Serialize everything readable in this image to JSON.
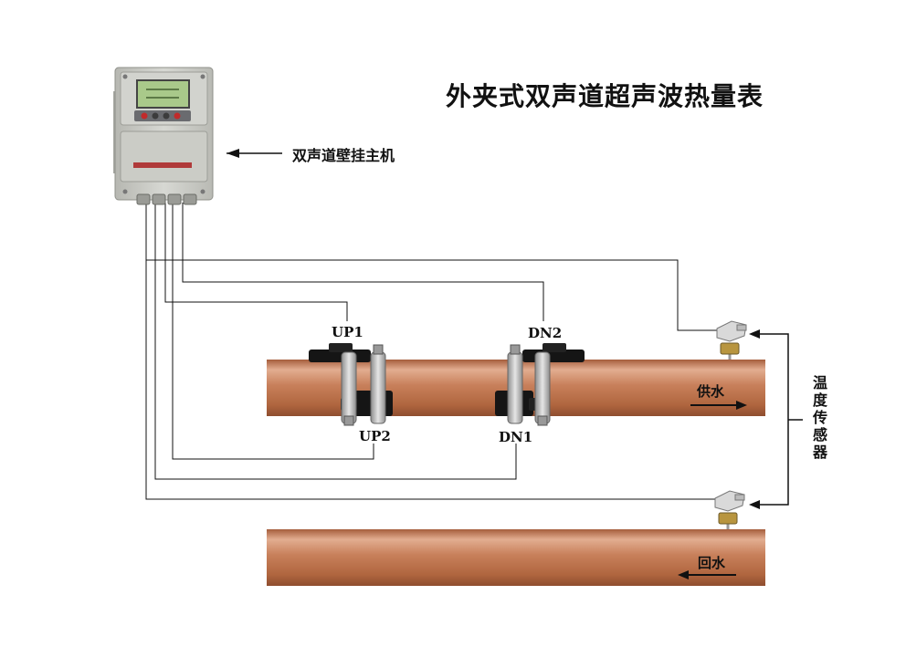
{
  "title": "外夹式双声道超声波热量表",
  "host_label": "双声道壁挂主机",
  "transducers": {
    "up1": "UP1",
    "dn2": "DN2",
    "up2": "UP2",
    "dn1": "DN1"
  },
  "pipes": {
    "supply": "供水",
    "return": "回水"
  },
  "temperature_sensor_label": "温度传感器",
  "colors": {
    "pipe": "#c47a55",
    "pipe_highlight": "#e8b497",
    "device_body": "#c9cac4",
    "lcd": "#a9c98a",
    "transducer": "#151515",
    "wire": "#111111"
  }
}
